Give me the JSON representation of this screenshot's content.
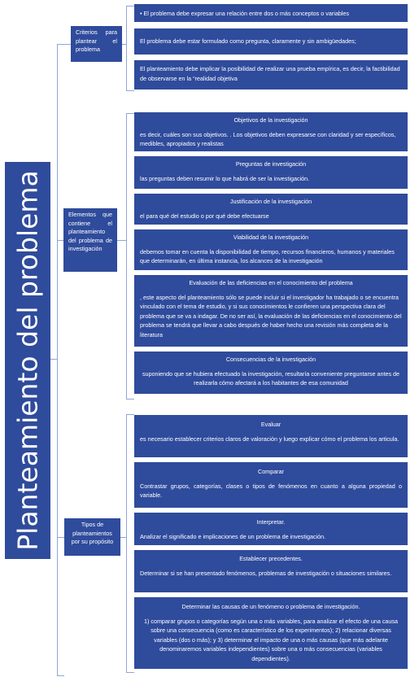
{
  "title": "Planteamiento del problema",
  "sections": [
    {
      "label": "Criterios para plantear el problema",
      "items": [
        {
          "body": "• El problema debe expresar una relación entre dos o más conceptos o variables"
        },
        {
          "body": "El problema debe estar formulado como pregunta, claramente y sin ambigüedades;"
        },
        {
          "body": "El planteamiento debe implicar la posibilidad de realizar una prueba empírica, es decir, la factibilidad de observarse en la “realidad objetiva"
        }
      ]
    },
    {
      "label": "Elementos que contiene el planteamiento del problema de investigación",
      "items": [
        {
          "title": "Objetivos de la investigación",
          "body": "es decir, cuáles son sus objetivos. . Los objetivos deben expresarse con claridad y ser específicos, medibles, apropiados y realistas"
        },
        {
          "title": "Preguntas de investigación",
          "body": "las preguntas deben resumir lo que habrá de ser la investigación."
        },
        {
          "title": "Justificación de la investigación",
          "body": "el para qué del estudio o por qué debe efectuarse"
        },
        {
          "title": "Viabilidad de la investigación",
          "body": "debemos tomar en cuenta la disponibilidad de tiempo, recursos financieros, humanos y materiales que determinarán, en última instancia, los alcances de la investigación"
        },
        {
          "title": "Evaluación de las deficiencias en el conocimiento del problema",
          "body": ", este aspecto del planteamiento sólo se puede incluir si el investigador ha trabajado o se encuentra vinculado con el tema de estudio, y si sus conocimientos le confieren una perspectiva clara del problema que se va a indagar. De no ser así, la evaluación de las deficiencias en el conocimiento del problema se tendrá que llevar a cabo después de haber hecho una revisión más completa de la literatura"
        },
        {
          "title": "Consecuencias de la investigación",
          "body": "suponiendo que se hubiera efectuado la investigación, resultaría conveniente preguntarse antes de realizarla cómo afectará a los habitantes de esa comunidad"
        }
      ]
    },
    {
      "label": "Tipos de planteamientos por su propósito",
      "items": [
        {
          "title": "Evaluar",
          "body": "es necesario establecer criterios claros de valoración y luego explicar cómo el problema los articula."
        },
        {
          "title": "Comparar",
          "body": "Contrastar grupos, categorías, clases o tipos de fenómenos en cuanto a alguna propiedad o variable."
        },
        {
          "title": "Interpretar.",
          "body": "Analizar el significado e implicaciones de un problema de investigación."
        },
        {
          "title": "Establecer precedentes.",
          "body": "Determinar si se han presentado fenómenos, problemas de investigación o situaciones similares."
        },
        {
          "title": "Determinar las causas de un fenómeno o problema de investigación.",
          "body": "1) comparar grupos o categorías según una o más variables, para analizar el efecto de una causa sobre una consecuencia (como es característico de los experimentos); 2) relacionar diversas variables (dos o más); y 3) determinar el impacto de una o más causas (que más adelante denominaremos variables independientes) sobre una o más consecuencias (variables dependientes)."
        }
      ]
    }
  ]
}
